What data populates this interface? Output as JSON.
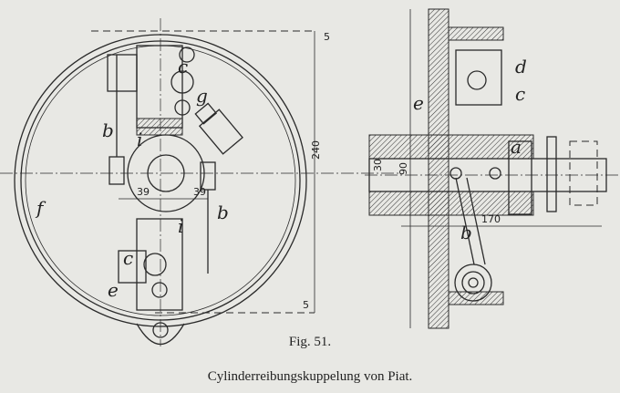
{
  "figure": {
    "number": "Fig. 51.",
    "caption": "Cylinderreibungskuppelung von Piat.",
    "labels": {
      "a": "a",
      "b1": "b",
      "b2": "b",
      "b3": "b",
      "c1": "c",
      "c2": "c",
      "c3": "c",
      "d": "d",
      "e1": "e",
      "e2": "e",
      "f": "f",
      "g": "g",
      "i1": "i",
      "i2": "i"
    },
    "dimensions": {
      "outer": "240",
      "gap_top": "5",
      "gap_bottom": "5",
      "left_offset": "39",
      "right_offset": "39",
      "shaft": "30",
      "hub": "90",
      "length": "170"
    }
  }
}
